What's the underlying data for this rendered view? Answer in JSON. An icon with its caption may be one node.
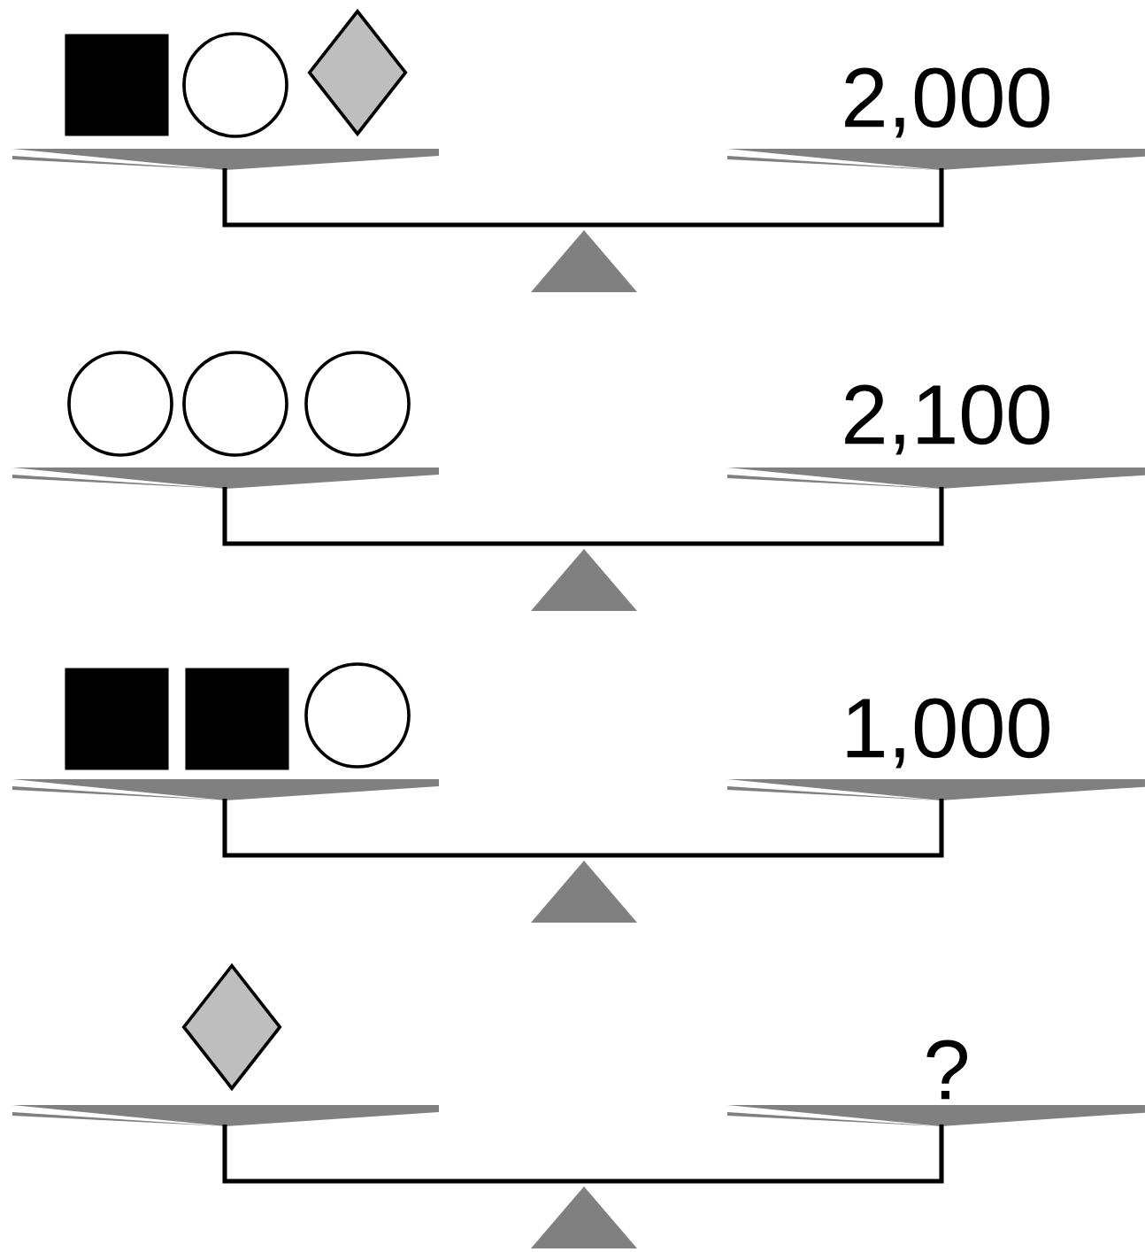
{
  "diagram": {
    "nodes": [
      {
        "text": [],
        "shape": "box"
      },
      {
        "text": [],
        "shape": "circle"
      },
      {
        "text": [],
        "shape": "diamond"
      },
      {
        "text": [],
        "shape": "circle"
      },
      {
        "text": [],
        "shape": "circle"
      },
      {
        "text": [],
        "shape": "circle"
      },
      {
        "text": [],
        "shape": "box"
      },
      {
        "text": [],
        "shape": "box"
      },
      {
        "text": [],
        "shape": "circle"
      },
      {
        "text": [],
        "shape": "diamond"
      }
    ],
    "labels": [
      "2,000",
      "2,100",
      "1,000",
      "?"
    ]
  }
}
